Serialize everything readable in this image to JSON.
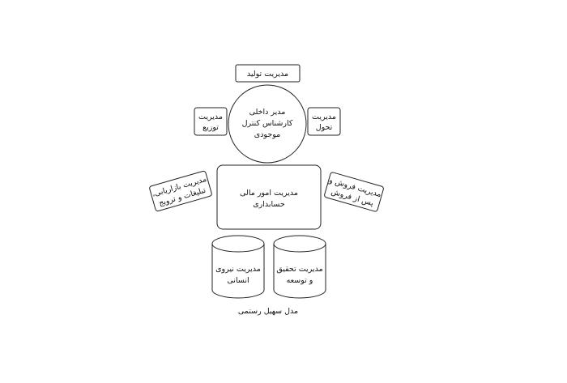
{
  "diagram": {
    "top_box": [
      "مدیریت تولید"
    ],
    "center_circle": [
      "مدیر داخلی",
      "کارشناس کنترل",
      "موجودی"
    ],
    "left_small_box": [
      "مدیریت",
      "توزیع"
    ],
    "right_small_box": [
      "مدیریت",
      "تحول"
    ],
    "main_box": [
      "مدیریت امور مالی",
      "حسابداری"
    ],
    "left_tilted_box": [
      "مدیریت بازاریابی،",
      "تبلیغات و ترویج"
    ],
    "right_tilted_box": [
      "مدیریت فروش و",
      "پس از فروش"
    ],
    "left_cylinder": [
      "مدیریت نیروی",
      "انسانی"
    ],
    "right_cylinder": [
      "مدیریت تحقیق",
      "و  توسعه"
    ],
    "caption": "مدل سهیل رستمی"
  }
}
